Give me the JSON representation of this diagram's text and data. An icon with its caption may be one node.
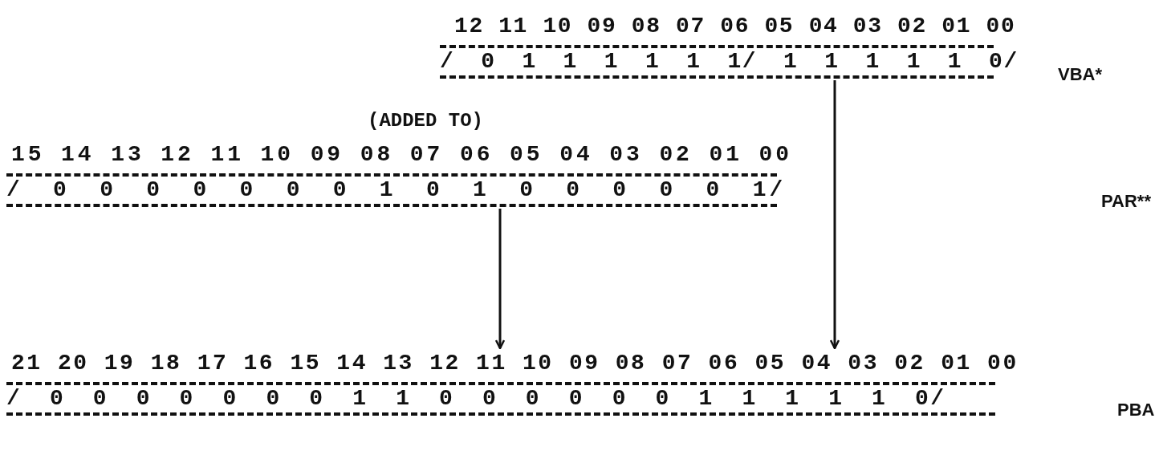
{
  "diagram": {
    "nodes": [
      {
        "text": [
          "12 11 10 09 08 07 06 05 04 03 02 01 00",
          "/ 0 1 1 1 1 1 1/ 1 1 1 1 1 0/"
        ]
      },
      {
        "text": [
          "15 14 13 12 11 10 09 08 07 06 05 04 03 02 01 00",
          "/ 0 0 0 0 0 0 0 1 0 1 0 0 0 0 0 1/"
        ]
      },
      {
        "text": [
          "21 20 19 18 17 16 15 14 13 12 11 10 09 08 07 06 05 04 03 02 01 00",
          "/ 0 0 0 0 0 0 0 1 1 0 0 0 0 0 0 1 1 1 1 1 0/"
        ]
      }
    ],
    "edges": [
      {
        "from": 0,
        "to": 2,
        "arrow": "to"
      },
      {
        "from": 1,
        "to": 2,
        "arrow": "to"
      }
    ],
    "labels": [
      "VBA*",
      "(ADDED TO)",
      "PAR**",
      "PBA"
    ]
  }
}
